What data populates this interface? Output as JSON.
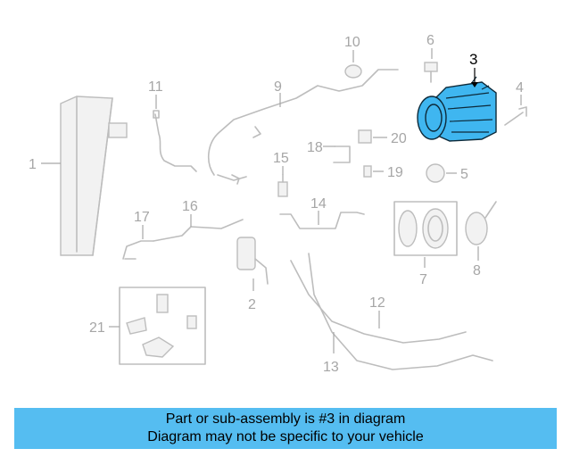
{
  "diagram": {
    "highlighted_part": "3",
    "callouts": [
      "1",
      "2",
      "3",
      "4",
      "5",
      "6",
      "7",
      "8",
      "9",
      "10",
      "11",
      "12",
      "13",
      "14",
      "15",
      "16",
      "17",
      "18",
      "19",
      "20",
      "21"
    ]
  },
  "footer": {
    "line1": "Part or sub-assembly is #3 in diagram",
    "line2": "Diagram may not be specific to your vehicle"
  },
  "colors": {
    "highlight": "#3fb6f0",
    "banner": "#55bdf1",
    "part_lines": "#bdbdbd"
  }
}
